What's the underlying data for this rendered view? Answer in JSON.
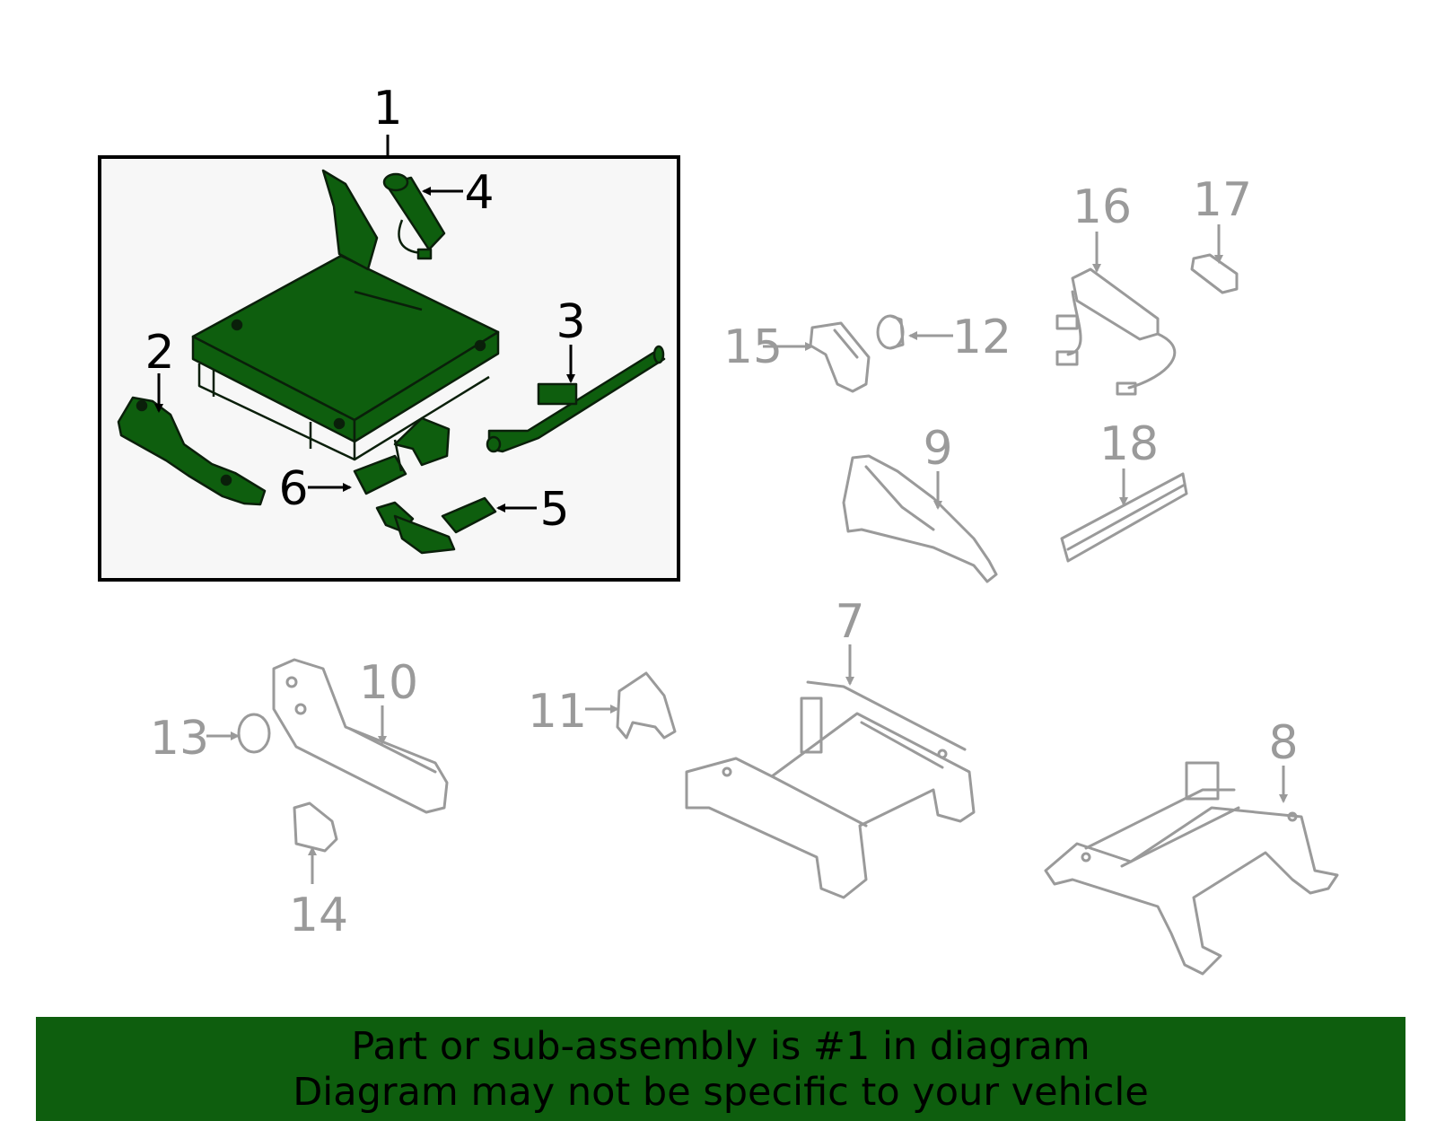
{
  "colors": {
    "highlight_fill": "#0e5e0e",
    "highlight_stroke": "#0a1f0a",
    "dim_part": "#9a9a9a",
    "footer_bg": "#0e5e0e",
    "frame_bg": "#f7f7f7"
  },
  "callouts": {
    "c1": "1",
    "c2": "2",
    "c3": "3",
    "c4": "4",
    "c5": "5",
    "c6": "6",
    "c7": "7",
    "c8": "8",
    "c9": "9",
    "c10": "10",
    "c11": "11",
    "c12": "12",
    "c13": "13",
    "c14": "14",
    "c15": "15",
    "c16": "16",
    "c17": "17",
    "c18": "18"
  },
  "footer": {
    "line1": "Part or sub-assembly is #1 in diagram",
    "line2": "Diagram may not be specific to your vehicle"
  }
}
